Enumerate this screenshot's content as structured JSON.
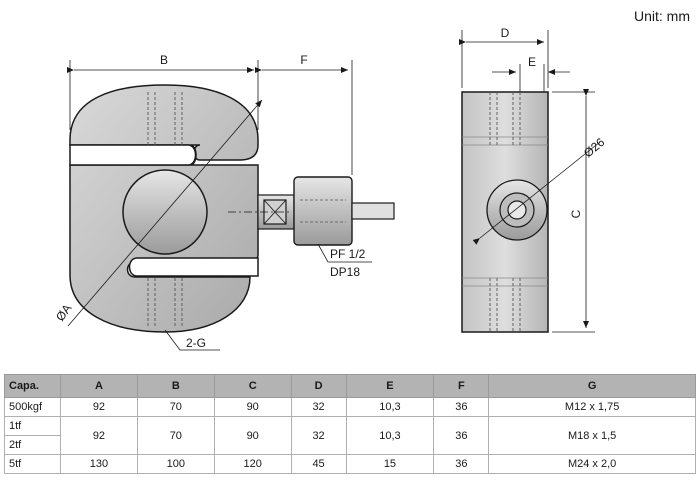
{
  "unit_label": "Unit: mm",
  "dimension_labels": {
    "A": "ØA",
    "B": "B",
    "C": "C",
    "D": "D",
    "E": "E",
    "F": "F",
    "G": "2-G",
    "diameter26": "Ø26",
    "thread": "PF 1/2",
    "cable": "DP18"
  },
  "table": {
    "headers": [
      "Capa.",
      "A",
      "B",
      "C",
      "D",
      "E",
      "F",
      "G"
    ],
    "rows": [
      {
        "cap": [
          "500kgf"
        ],
        "cells": [
          "92",
          "70",
          "90",
          "32",
          "10,3",
          "36",
          "M12 x 1,75"
        ]
      },
      {
        "cap": [
          "1tf",
          "2tf"
        ],
        "cells": [
          "92",
          "70",
          "90",
          "32",
          "10,3",
          "36",
          "M18 x 1,5"
        ]
      },
      {
        "cap": [
          "5tf"
        ],
        "cells": [
          "130",
          "100",
          "120",
          "45",
          "15",
          "36",
          "M24 x 2,0"
        ]
      }
    ]
  }
}
